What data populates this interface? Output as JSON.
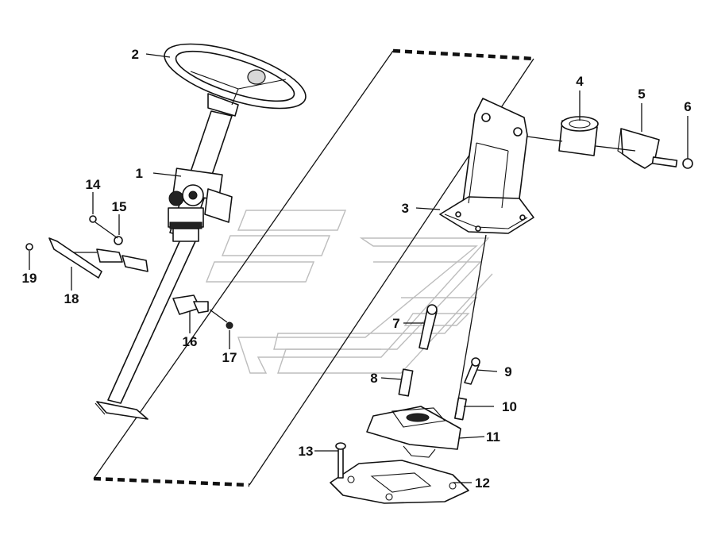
{
  "diagram": {
    "callouts": [
      {
        "id": "1",
        "label": "1"
      },
      {
        "id": "2",
        "label": "2"
      },
      {
        "id": "3",
        "label": "3"
      },
      {
        "id": "4",
        "label": "4"
      },
      {
        "id": "5",
        "label": "5"
      },
      {
        "id": "6",
        "label": "6"
      },
      {
        "id": "7",
        "label": "7"
      },
      {
        "id": "8",
        "label": "8"
      },
      {
        "id": "9",
        "label": "9"
      },
      {
        "id": "10",
        "label": "10"
      },
      {
        "id": "11",
        "label": "11"
      },
      {
        "id": "12",
        "label": "12"
      },
      {
        "id": "13",
        "label": "13"
      },
      {
        "id": "14",
        "label": "14"
      },
      {
        "id": "15",
        "label": "15"
      },
      {
        "id": "16",
        "label": "16"
      },
      {
        "id": "17",
        "label": "17"
      },
      {
        "id": "18",
        "label": "18"
      },
      {
        "id": "19",
        "label": "19"
      }
    ],
    "colors": {
      "line": "#111111",
      "watermark": "#bdbdbd",
      "background": "#ffffff"
    }
  }
}
